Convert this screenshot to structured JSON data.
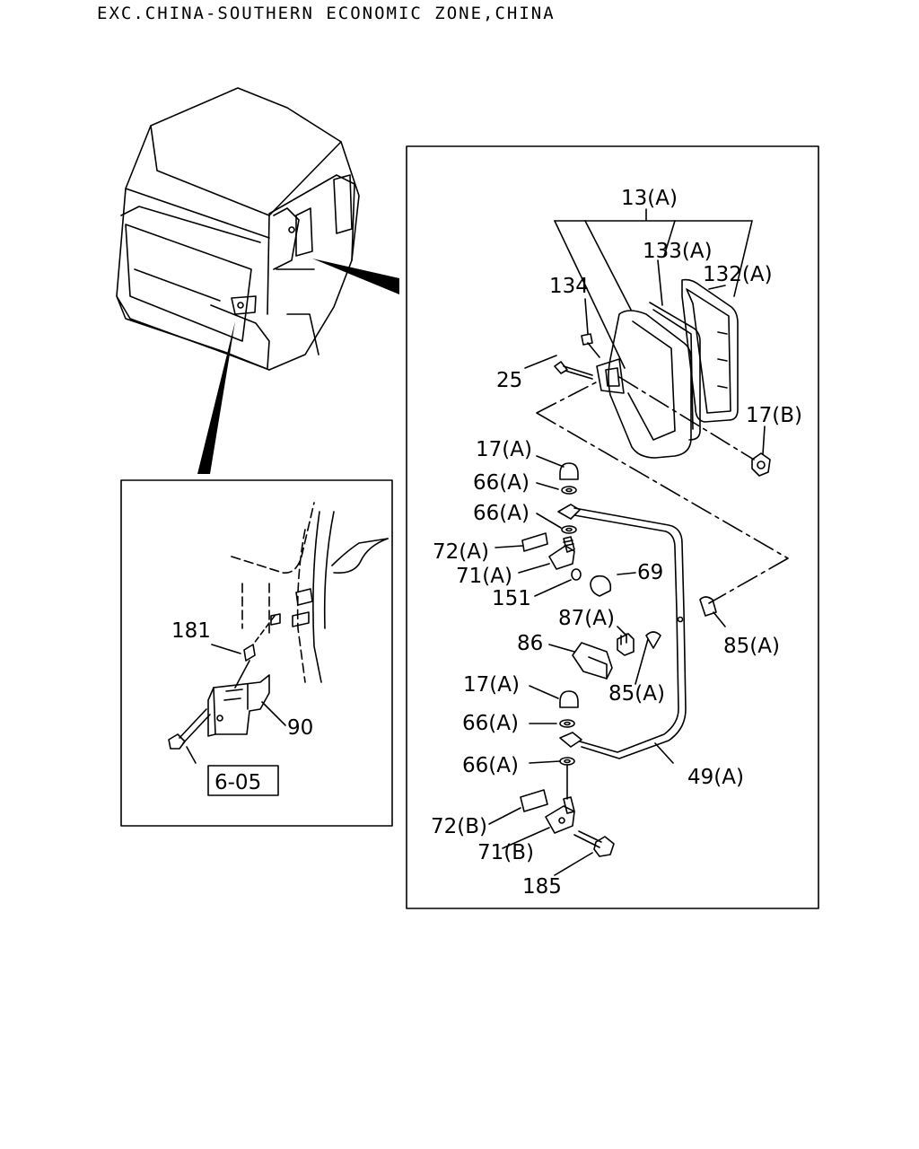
{
  "header": {
    "text": "EXC.CHINA-SOUTHERN ECONOMIC ZONE,CHINA"
  },
  "labels": {
    "p13a": "13(A)",
    "p133a": "133(A)",
    "p132a": "132(A)",
    "p134": "134",
    "p25": "25",
    "p17b": "17(B)",
    "p17a_1": "17(A)",
    "p66a_1": "66(A)",
    "p66a_2": "66(A)",
    "p72a": "72(A)",
    "p71a": "71(A)",
    "p69": "69",
    "p151": "151",
    "p87a": "87(A)",
    "p85a_1": "85(A)",
    "p86": "86",
    "p85a_2": "85(A)",
    "p17a_2": "17(A)",
    "p66a_3": "66(A)",
    "p66a_4": "66(A)",
    "p49a": "49(A)",
    "p72b": "72(B)",
    "p71b": "71(B)",
    "p185": "185",
    "p181": "181",
    "p90": "90",
    "ref605": "6-05"
  }
}
